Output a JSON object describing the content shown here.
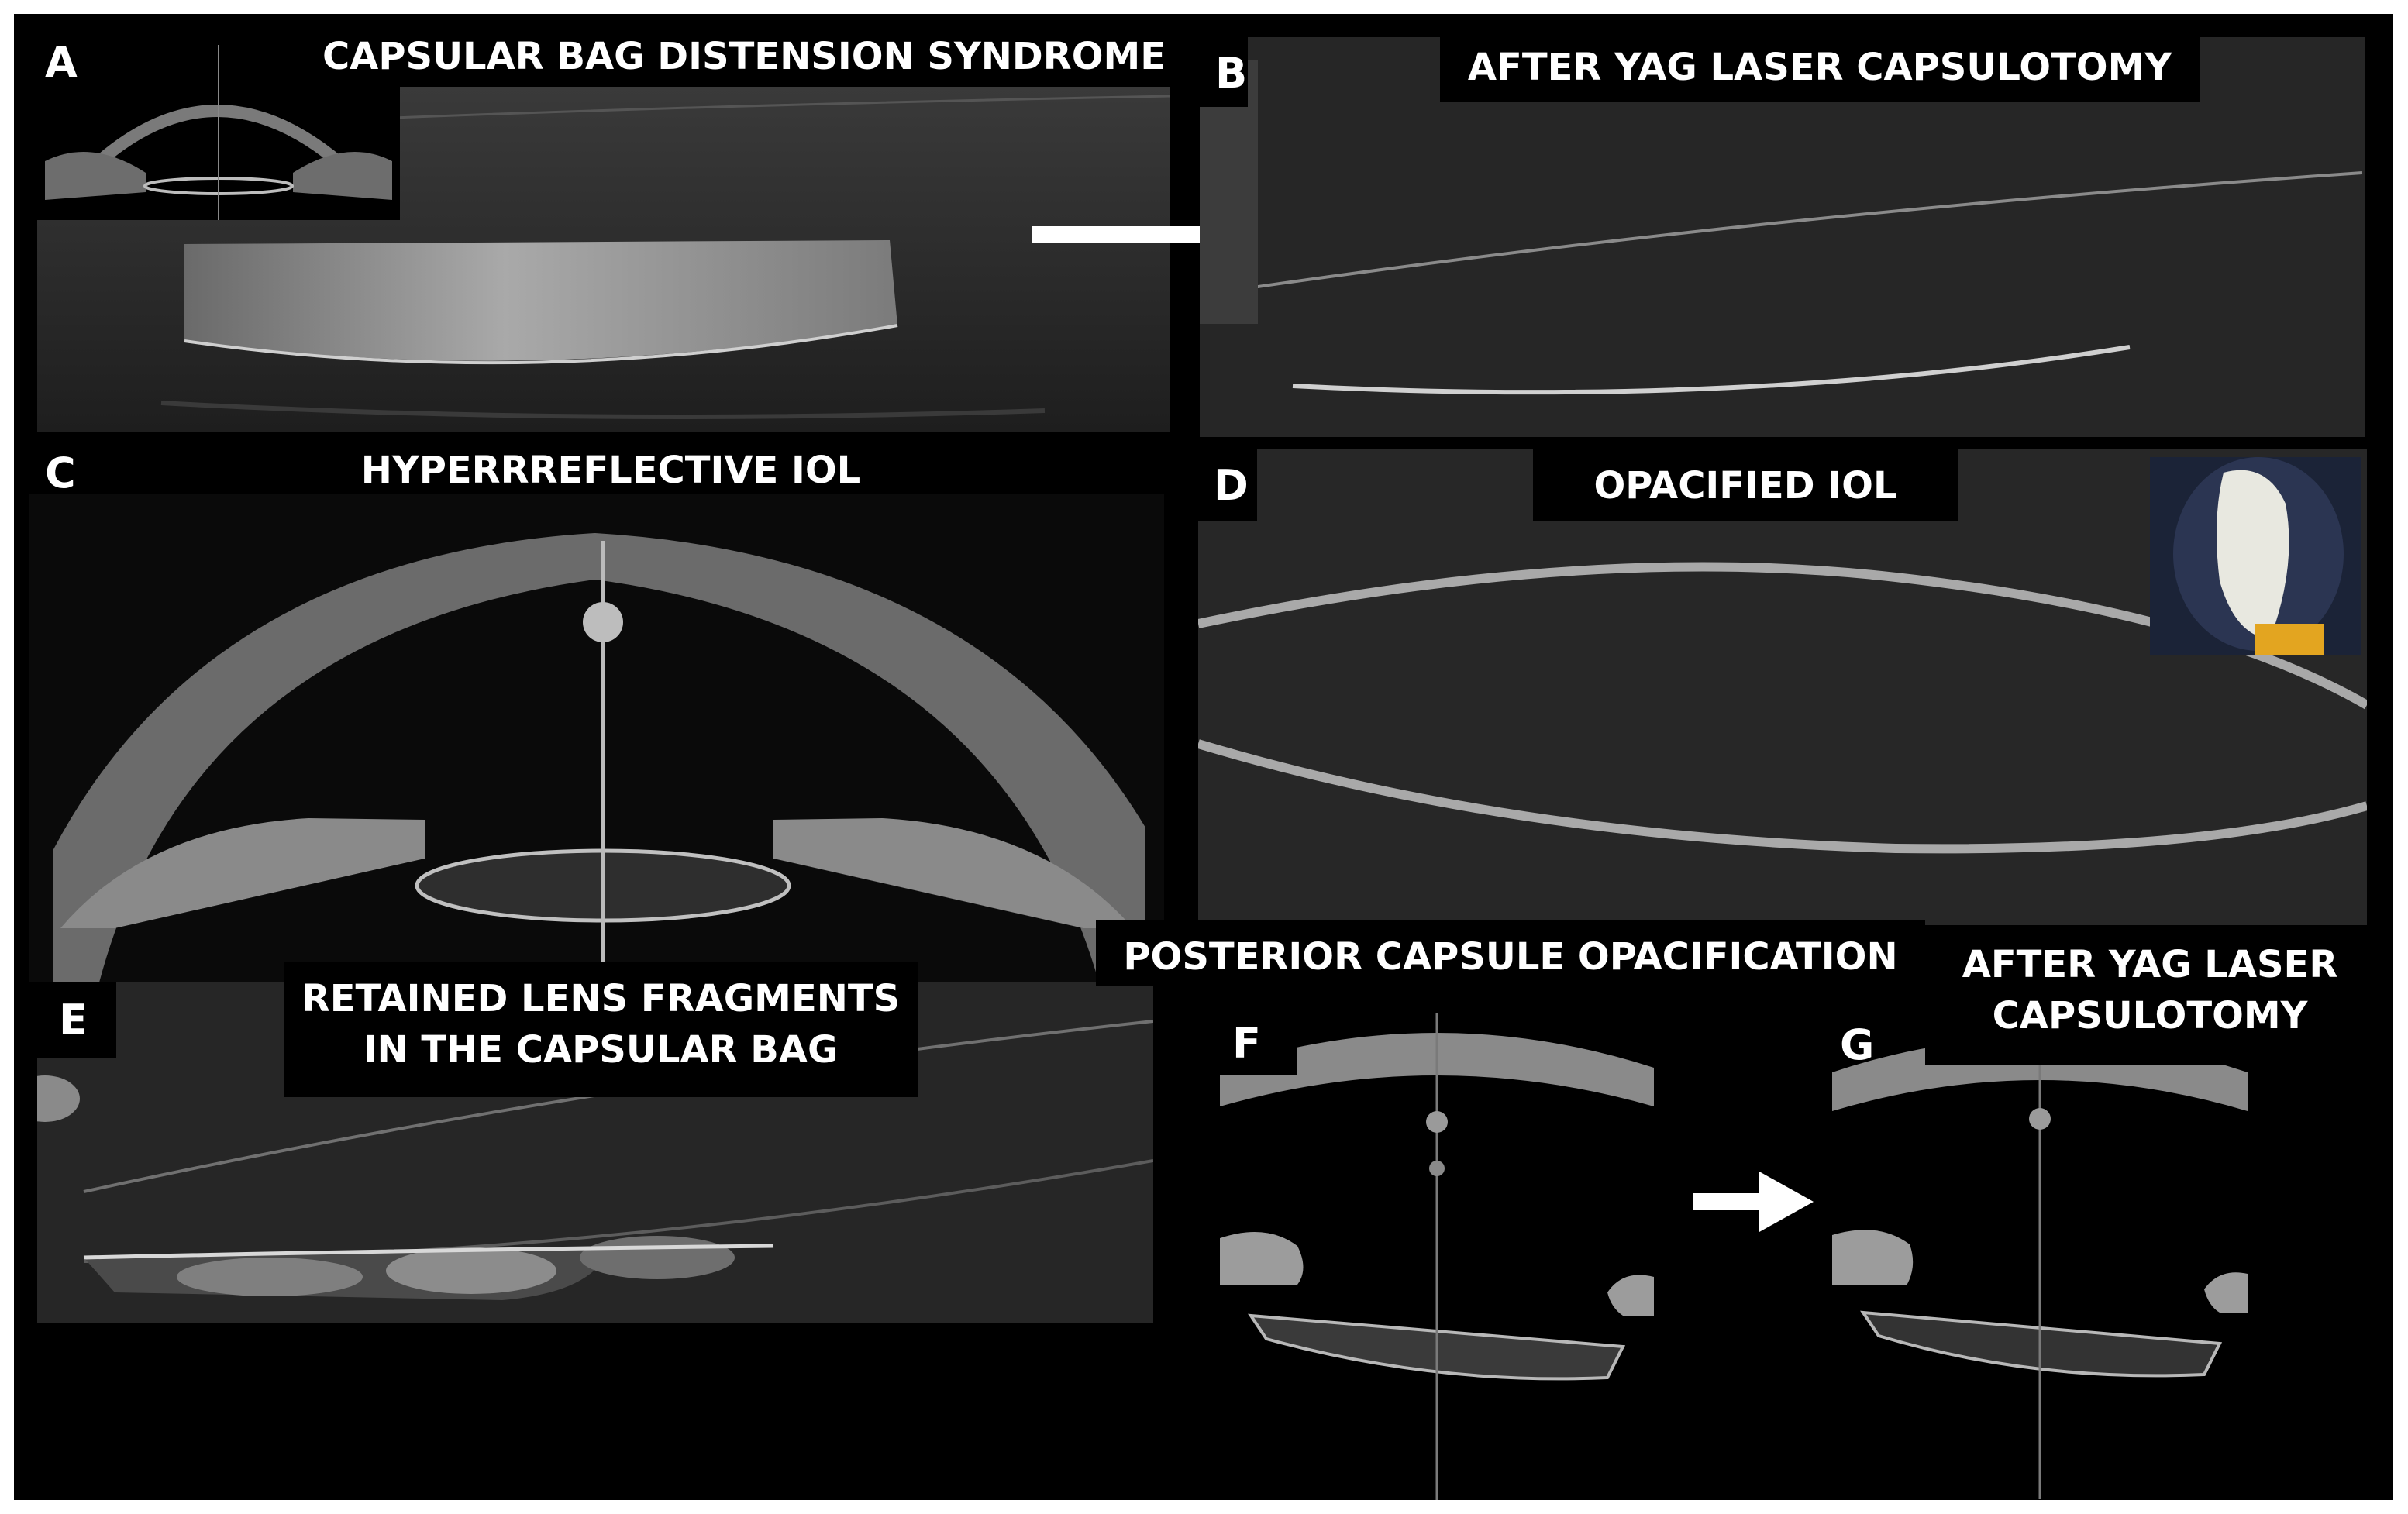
{
  "panels": {
    "a": {
      "letter": "A",
      "title": "CAPSULAR BAG DISTENSION SYNDROME"
    },
    "b": {
      "letter": "B",
      "title": "AFTER YAG LASER CAPSULOTOMY"
    },
    "c": {
      "letter": "C",
      "title": "HYPERRREFLECTIVE IOL"
    },
    "d": {
      "letter": "D",
      "title": "OPACIFIED IOL"
    },
    "e": {
      "letter": "E",
      "title_line1": "RETAINED LENS FRAGMENTS",
      "title_line2": "IN THE CAPSULAR BAG"
    },
    "f": {
      "letter": "F",
      "title": "POSTERIOR CAPSULE OPACIFICATION"
    },
    "g": {
      "letter": "G",
      "title_line1": "AFTER YAG LASER",
      "title_line2": "CAPSULOTOMY"
    }
  }
}
